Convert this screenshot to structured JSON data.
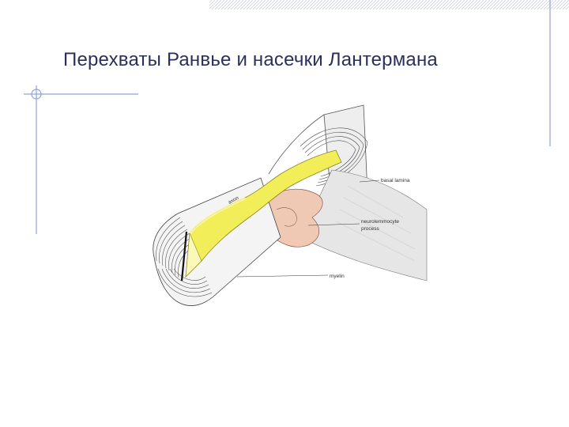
{
  "slide": {
    "title": "Перехваты Ранвье и насечки Лантермана"
  },
  "diagram": {
    "labels": {
      "axon": "axon",
      "basal_lamina": "basal lamina",
      "process_line1": "neurolemmocyte",
      "process_line2": "process",
      "myelin": "myelin"
    },
    "colors": {
      "axon": "#f2ee5a",
      "axon_light": "#fbf8b8",
      "cytoplasm": "#f0c9b4",
      "myelin_line": "#4a4a4a",
      "accent_blue": "#8fa4d6",
      "title": "#2b2f5c"
    }
  }
}
